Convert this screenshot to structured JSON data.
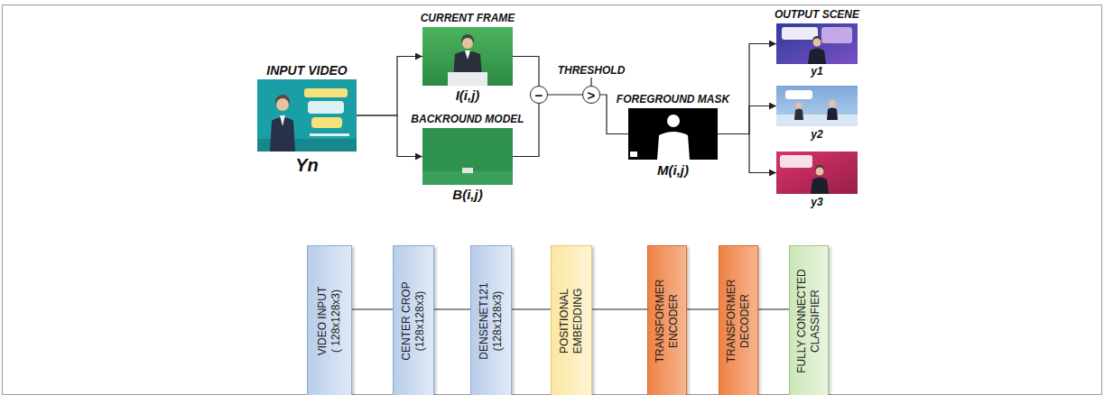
{
  "diagram": {
    "nodes": [
      {
        "text": [
          "INPUT VIDEO",
          "Yn"
        ]
      },
      {
        "text": [
          "CURRENT FRAME",
          "I(i,j)"
        ]
      },
      {
        "text": [
          "BACKROUND MODEL",
          "B(i,j)"
        ]
      },
      {
        "text": [
          "−"
        ]
      },
      {
        "text": [
          "THRESHOLD",
          ">"
        ]
      },
      {
        "text": [
          "FOREGROUND MASK",
          "M(i,j)"
        ]
      },
      {
        "text": [
          "OUTPUT SCENE",
          "y1"
        ]
      },
      {
        "text": [
          "y2"
        ]
      },
      {
        "text": [
          "y3"
        ]
      },
      {
        "text": [
          "VIDEO INPUT ( 128x128x3)"
        ]
      },
      {
        "text": [
          "CENTER CROP (128x128x3)"
        ]
      },
      {
        "text": [
          "DENSENET121 (128x128x3)"
        ]
      },
      {
        "text": [
          "POSITIONAL EMBEDDING"
        ]
      },
      {
        "text": [
          "TRANSFORMER ENCODER"
        ]
      },
      {
        "text": [
          "TRANSFORMER DECODER"
        ]
      },
      {
        "text": [
          "FULLY CONNECTED CLASSIFIER"
        ]
      }
    ],
    "edges": [
      {
        "from": 0,
        "to": 1,
        "arrow": "to"
      },
      {
        "from": 0,
        "to": 2,
        "arrow": "to"
      },
      {
        "from": 1,
        "to": 3,
        "arrow": "none"
      },
      {
        "from": 2,
        "to": 3,
        "arrow": "none"
      },
      {
        "from": 3,
        "to": 4,
        "arrow": "none"
      },
      {
        "from": 4,
        "to": 5,
        "arrow": "none"
      },
      {
        "from": 5,
        "to": 6,
        "arrow": "to"
      },
      {
        "from": 5,
        "to": 7,
        "arrow": "to"
      },
      {
        "from": 5,
        "to": 8,
        "arrow": "to"
      },
      {
        "from": 9,
        "to": 10,
        "arrow": "none"
      },
      {
        "from": 10,
        "to": 11,
        "arrow": "none"
      },
      {
        "from": 11,
        "to": 12,
        "arrow": "none"
      },
      {
        "from": 12,
        "to": 13,
        "arrow": "none"
      },
      {
        "from": 13,
        "to": 14,
        "arrow": "none"
      },
      {
        "from": 14,
        "to": 15,
        "arrow": "none"
      }
    ]
  }
}
